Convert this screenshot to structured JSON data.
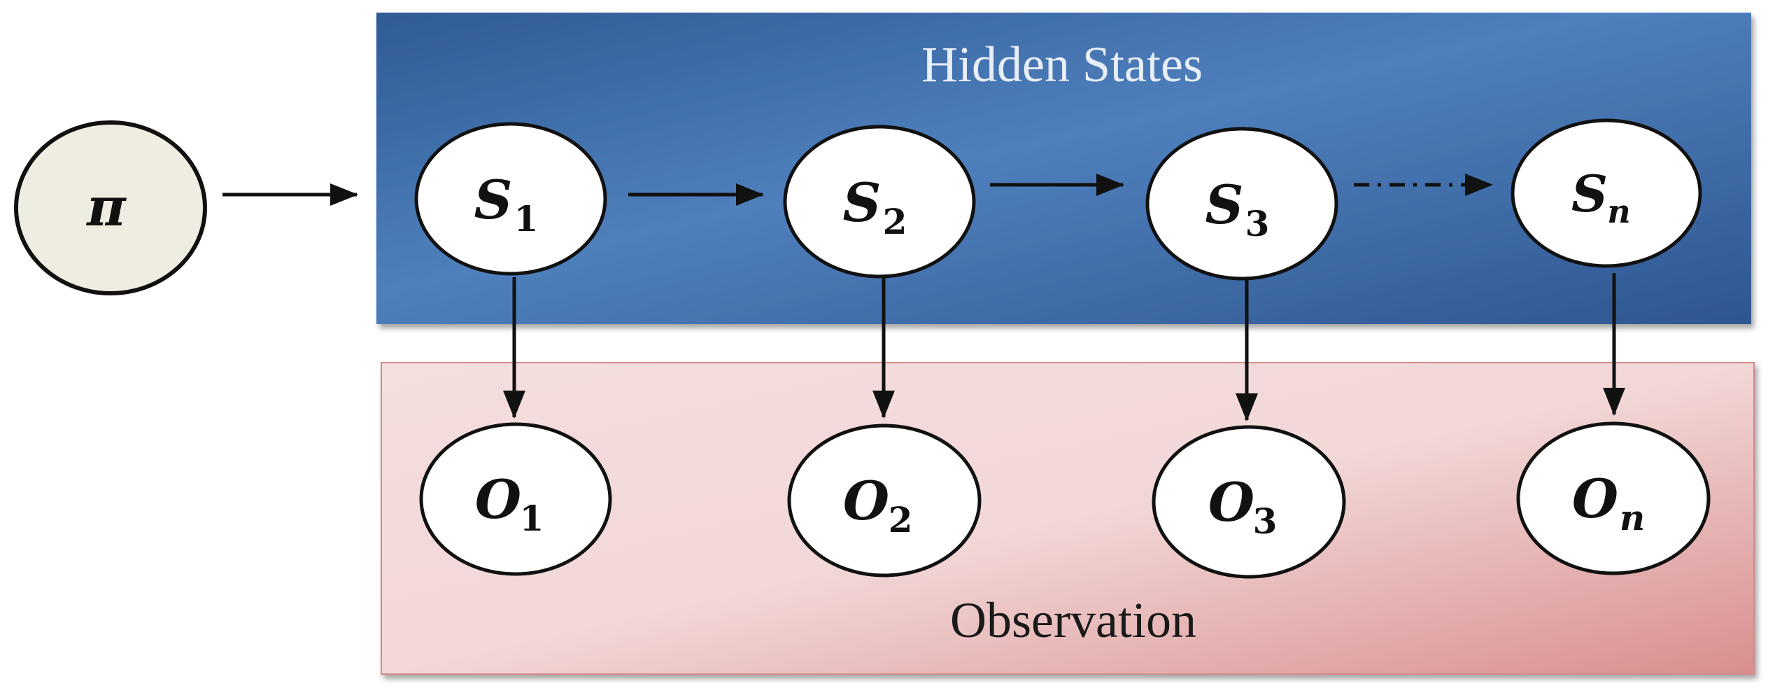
{
  "diagram": {
    "hidden_panel": {
      "title": "Hidden States"
    },
    "observation_panel": {
      "title": "Observation"
    },
    "initial": {
      "symbol": "π"
    },
    "states": [
      {
        "base": "S",
        "sub": "1"
      },
      {
        "base": "S",
        "sub": "2"
      },
      {
        "base": "S",
        "sub": "3"
      },
      {
        "base": "S",
        "sub": "n"
      }
    ],
    "observations": [
      {
        "base": "O",
        "sub": "1"
      },
      {
        "base": "O",
        "sub": "2"
      },
      {
        "base": "O",
        "sub": "3"
      },
      {
        "base": "O",
        "sub": "n"
      }
    ]
  },
  "colors": {
    "hidden_panel": "#3c69a6",
    "observation_panel": "#e8b4b4",
    "initial_node": "#efede2",
    "arrow": "#111111"
  }
}
